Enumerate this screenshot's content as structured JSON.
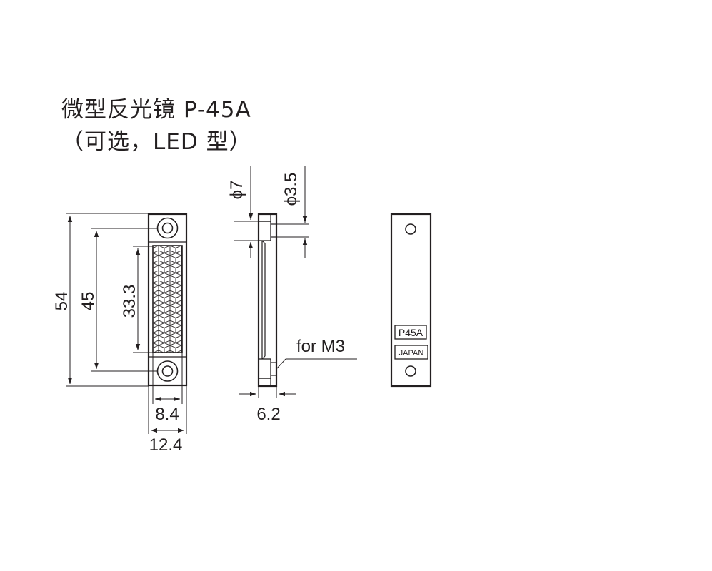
{
  "title": {
    "line1": "微型反光镜 P-45A",
    "line2": "（可选，LED 型）"
  },
  "dimensions": {
    "total_length": "54",
    "hole_pitch": "45",
    "reflector_length": "33.3",
    "reflector_width": "8.4",
    "body_width": "12.4",
    "thickness": "6.2",
    "counterbore_dia": "ϕ7",
    "hole_dia": "ϕ3.5",
    "screw_note": "for M3"
  },
  "back_label": {
    "model": "P45A",
    "origin": "JAPAN"
  }
}
